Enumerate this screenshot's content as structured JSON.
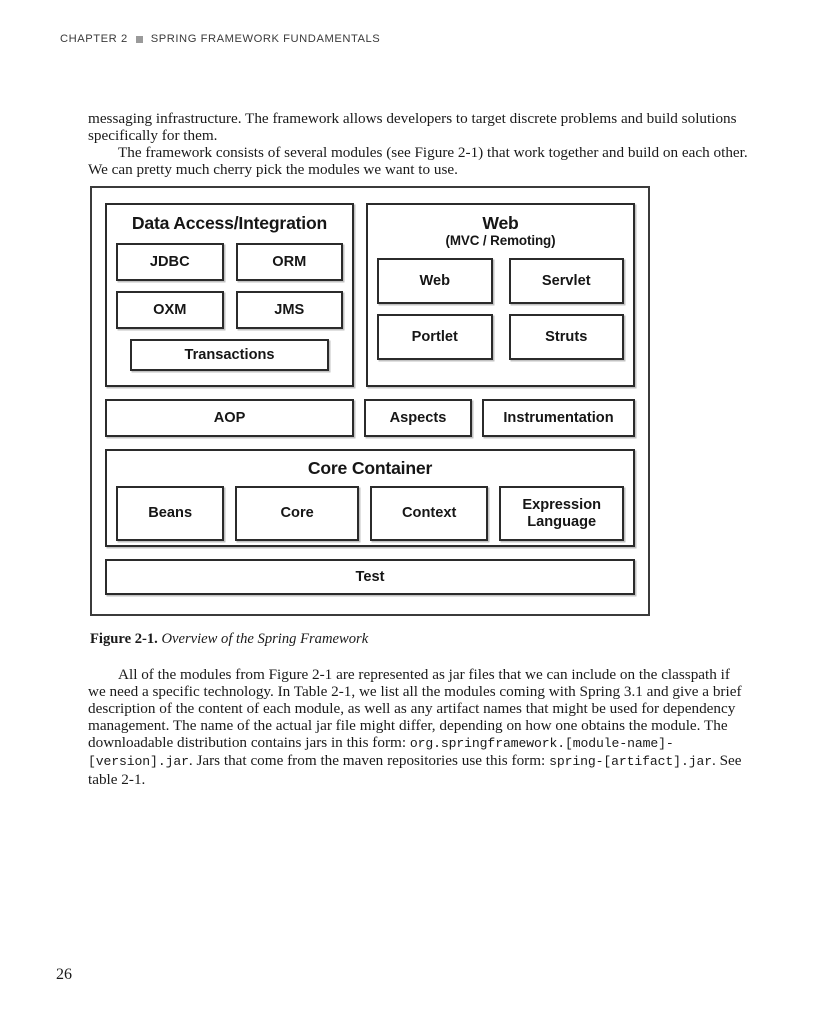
{
  "running_head": {
    "chapter": "CHAPTER 2",
    "separator_icon": "gray-square",
    "title": "SPRING FRAMEWORK FUNDAMENTALS"
  },
  "body": {
    "paragraph_1": "messaging infrastructure. The framework allows developers to target discrete problems and build solutions specifically for them.",
    "paragraph_2": "The framework consists of several modules (see Figure 2-1) that work together and build on each other. We can pretty much cherry pick the modules we want to use.",
    "paragraph_3_part_1": "All of the modules from Figure 2-1 are represented as jar files that we can include on the classpath if we need a specific technology. In Table 2-1, we list all the modules coming with Spring 3.1 and give a brief description of the content of each module, as well as any artifact names that might be used for dependency management. The name of the actual jar file might differ, depending on how one obtains the module. The downloadable distribution contains jars in this form: ",
    "code_1": "org.springframework.[module-name]-[version].jar",
    "paragraph_3_part_2": ". Jars that come from the maven repositories use this form: ",
    "code_2": "spring-[artifact].jar",
    "paragraph_3_part_3": ". See table 2-1."
  },
  "figure": {
    "caption_label": "Figure 2-1.",
    "caption_text": " Overview of the Spring Framework",
    "diagram": {
      "data_access": {
        "title": "Data Access/Integration",
        "modules": [
          "JDBC",
          "ORM",
          "OXM",
          "JMS"
        ],
        "wide_module": "Transactions"
      },
      "web": {
        "title": "Web",
        "subtitle": "(MVC / Remoting)",
        "modules": [
          "Web",
          "Servlet",
          "Portlet",
          "Struts"
        ]
      },
      "aop_row": [
        "AOP",
        "Aspects",
        "Instrumentation"
      ],
      "core_container": {
        "title": "Core Container",
        "modules": [
          "Beans",
          "Core",
          "Context",
          "Expression\nLanguage"
        ]
      },
      "test": "Test"
    }
  },
  "folio": "26"
}
